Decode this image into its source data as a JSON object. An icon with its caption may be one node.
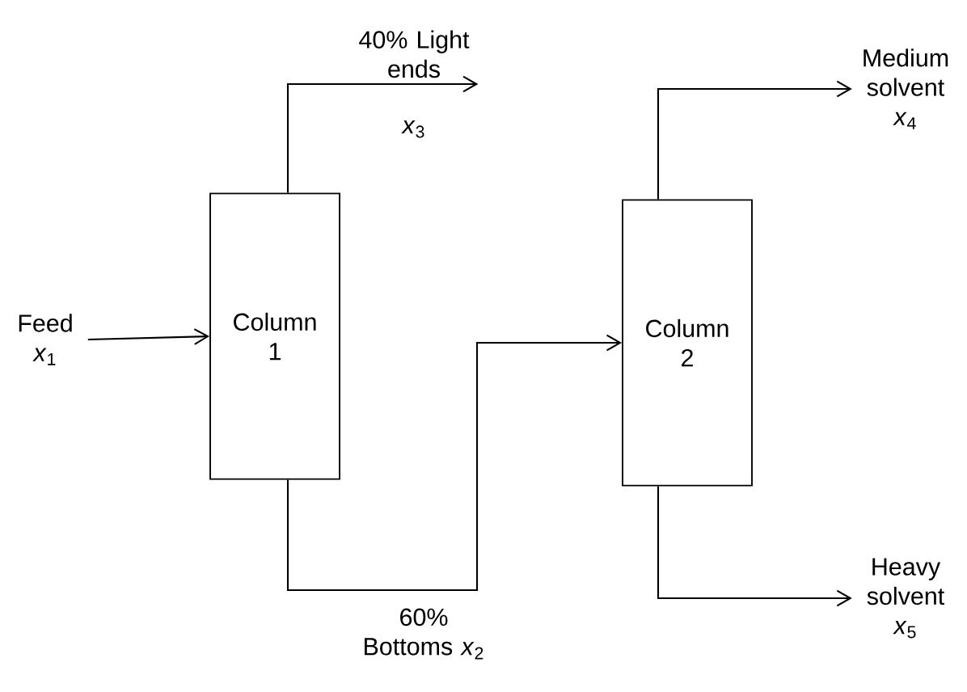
{
  "diagram": {
    "nodes": [
      {
        "text": [
          "Feed *x*$_{1}$"
        ]
      },
      {
        "text": [
          "Column 1"
        ]
      },
      {
        "text": [
          "40% Light ends",
          "*x*$_{3}$"
        ]
      },
      {
        "text": [
          "Column 2"
        ]
      },
      {
        "text": [
          "Medium solvent *x*$_{4}$"
        ]
      },
      {
        "text": [
          "Heavy solvent *x*$_{5}$"
        ]
      }
    ],
    "edges": [
      {
        "from": 0,
        "to": 1,
        "arrow": "to"
      },
      {
        "from": 1,
        "to": 2,
        "arrow": "to"
      },
      {
        "from": 1,
        "to": 3,
        "arrow": "to",
        "label": "60% Bottoms *x*$_{2}$"
      },
      {
        "from": 3,
        "to": 4,
        "arrow": "to"
      },
      {
        "from": 3,
        "to": 5,
        "arrow": "to"
      }
    ]
  }
}
